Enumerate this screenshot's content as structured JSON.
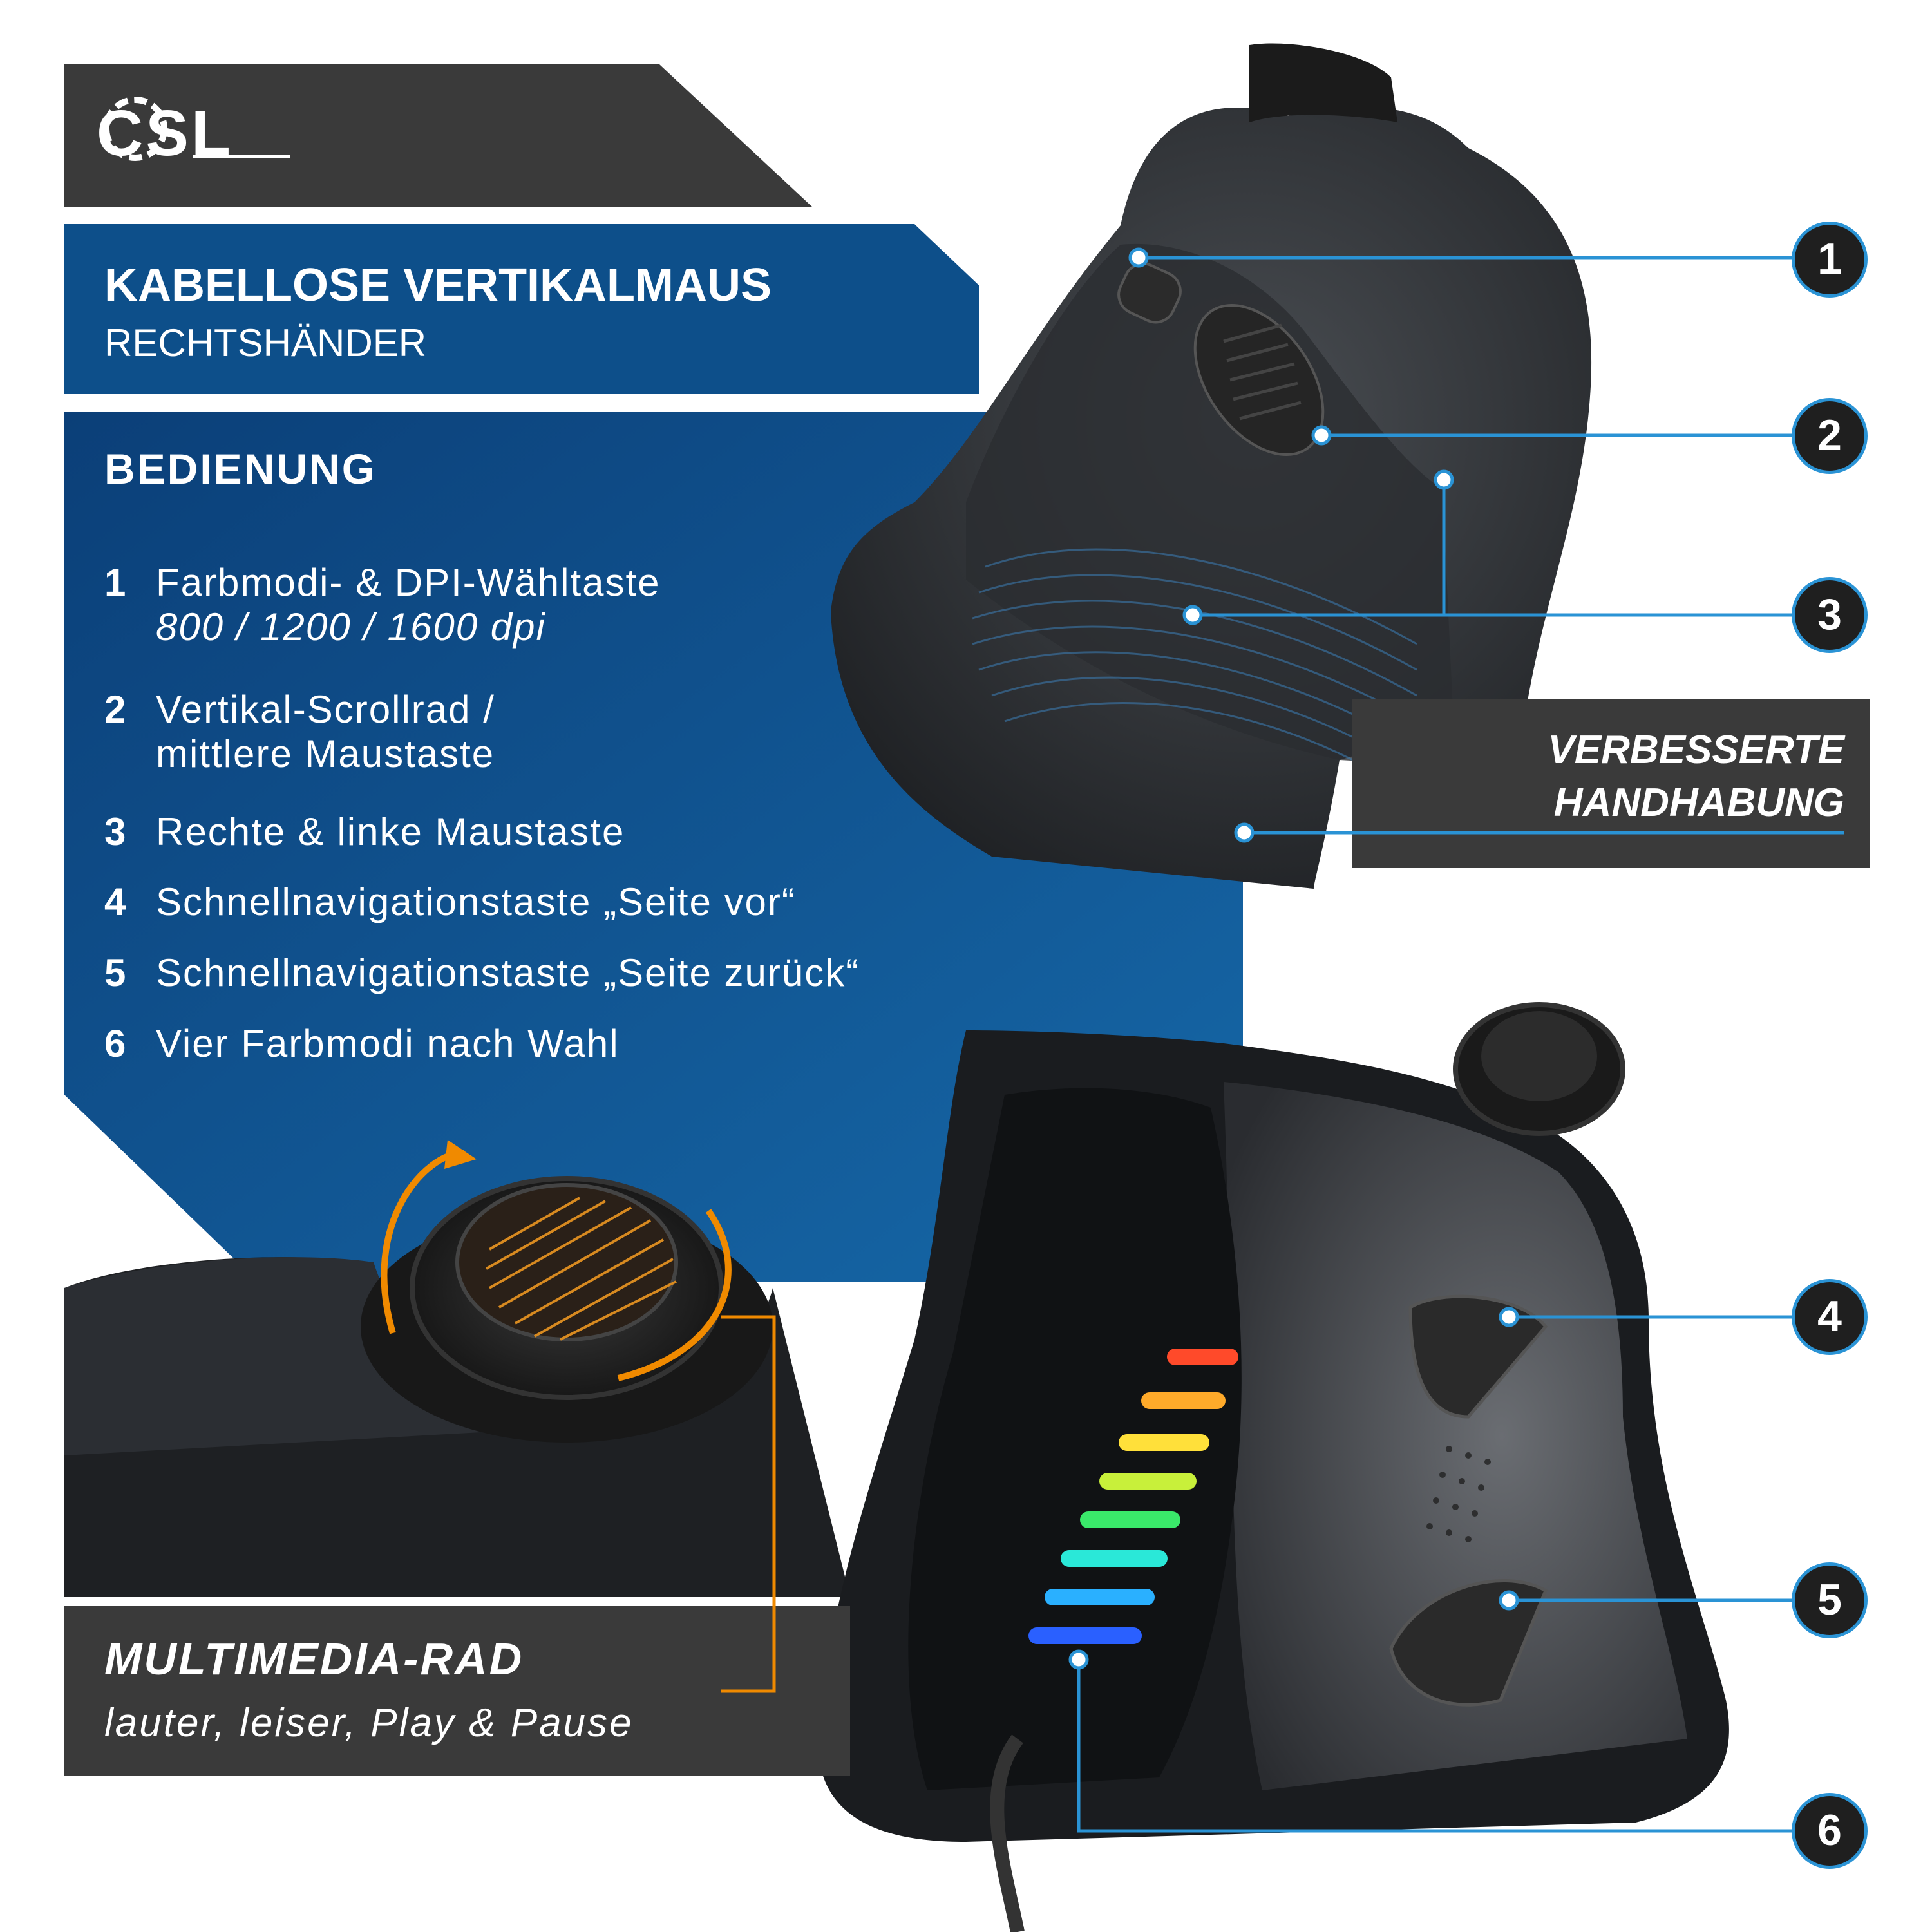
{
  "brand": {
    "logo_text": "CSL"
  },
  "header": {
    "title": "KABELLOSE VERTIKALMAUS",
    "subtitle": "RECHTSHÄNDER"
  },
  "section": {
    "heading": "BEDIENUNG",
    "items": [
      {
        "number": "1",
        "text": "Farbmodi- & DPI-Wähltaste",
        "sub": "800 / 1200 / 1600 dpi"
      },
      {
        "number": "2",
        "text": "Vertikal-Scrollrad /",
        "text2": "mittlere Maustaste"
      },
      {
        "number": "3",
        "text": "Rechte & linke Maustaste"
      },
      {
        "number": "4",
        "text": "Schnellnavigationstaste „Seite vor“"
      },
      {
        "number": "5",
        "text": "Schnellnavigationstaste „Seite zurück“"
      },
      {
        "number": "6",
        "text": "Vier Farbmodi nach Wahl"
      }
    ]
  },
  "callouts": [
    "1",
    "2",
    "3",
    "4",
    "5",
    "6"
  ],
  "highlight": {
    "line1": "VERBESSERTE",
    "line2": "HANDHABUNG"
  },
  "multimedia": {
    "title": "MULTIMEDIA-RAD",
    "subtitle": "lauter, leiser, Play & Pause"
  },
  "colors": {
    "panel_blue": "#0d4f8a",
    "panel_dark": "#3a3a3a",
    "accent_blue": "#2a93d5",
    "accent_orange": "#f08a00",
    "led": [
      "#ff4a2a",
      "#ffaa2a",
      "#ffe03a",
      "#c8f03a",
      "#3ae86a",
      "#2ae8d8",
      "#2ab0ff",
      "#2a60ff"
    ]
  }
}
